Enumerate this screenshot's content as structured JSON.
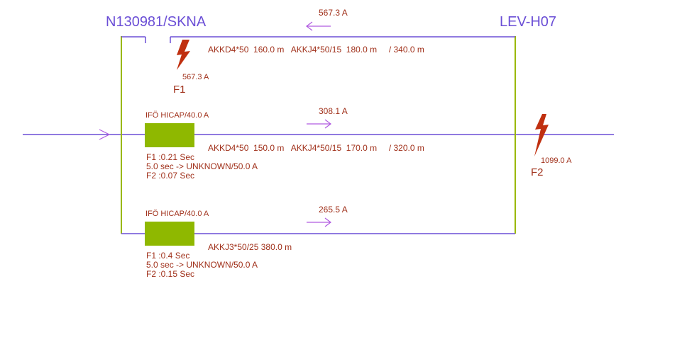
{
  "nodes": {
    "left": "N130981/SKNA",
    "right": "LEV-H07"
  },
  "colors": {
    "bus_line": "#6b4fd6",
    "frame_line": "#9ab800",
    "fuse_fill": "#8fb800",
    "arrow": "#b05ae0",
    "text": "#a0301a",
    "fault_bolt": "#c03010"
  },
  "branch_top": {
    "current": "567.3 A",
    "cables": "AKKD4*50  160.0 m   AKKJ4*50/15  180.0 m     / 340.0 m",
    "fault_current": "567.3 A",
    "fault_name": "F1"
  },
  "branch_middle": {
    "fuse_label": "IFÖ HICAP/40.0 A",
    "current": "308.1 A",
    "cables": "AKKD4*50  150.0 m   AKKJ4*50/15  170.0 m     / 320.0 m",
    "timing": [
      "F1 :0.21 Sec",
      "5.0 sec -> UNKNOWN/50.0 A",
      "F2 :0.07 Sec"
    ]
  },
  "branch_bottom": {
    "fuse_label": "IFÖ HICAP/40.0 A",
    "current": "265.5 A",
    "cables": "AKKJ3*50/25  380.0 m",
    "timing": [
      "F1 :0.4 Sec",
      "5.0 sec -> UNKNOWN/50.0 A",
      "F2 :0.15 Sec"
    ]
  },
  "fault_right": {
    "current": "1099.0 A",
    "name": "F2"
  }
}
